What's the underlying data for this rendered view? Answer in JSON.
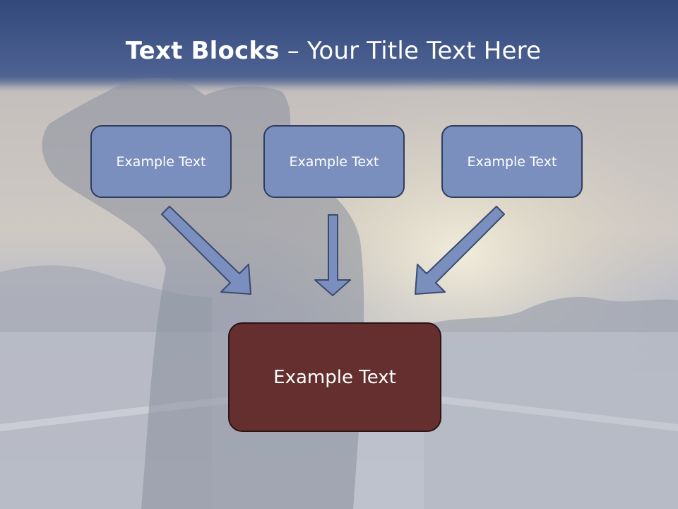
{
  "slide": {
    "title_bold": "Text Blocks",
    "title_separator": " – ",
    "title_rest": "Your Title Text Here"
  },
  "blocks": [
    {
      "label": "Example Text"
    },
    {
      "label": "Example Text"
    },
    {
      "label": "Example Text"
    }
  ],
  "main_block": {
    "label": "Example Text"
  },
  "colors": {
    "header_band": "#3d5283",
    "block_fill": "#7a8fbd",
    "block_border": "#2f3d5e",
    "main_fill": "#652f2f",
    "arrow_fill": "#7a8fbd"
  }
}
